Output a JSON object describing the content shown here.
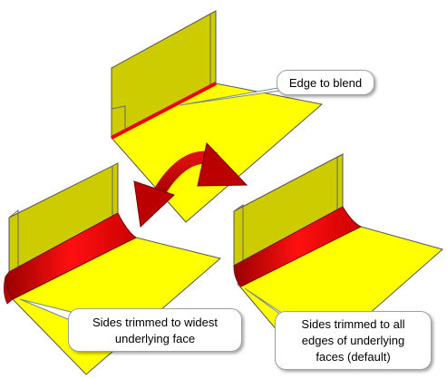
{
  "callouts": {
    "edge_to_blend": "Edge to blend",
    "widest_line1": "Sides trimmed to widest",
    "widest_line2": "underlying face",
    "all_line1": "Sides trimmed to all",
    "all_line2": "edges of underlying",
    "all_line3": "faces (default)"
  },
  "colors": {
    "wall": "#cccc00",
    "floor": "#ffff00",
    "blend": "#ee0000",
    "arrow": "#bb0000",
    "outline": "#555555"
  }
}
